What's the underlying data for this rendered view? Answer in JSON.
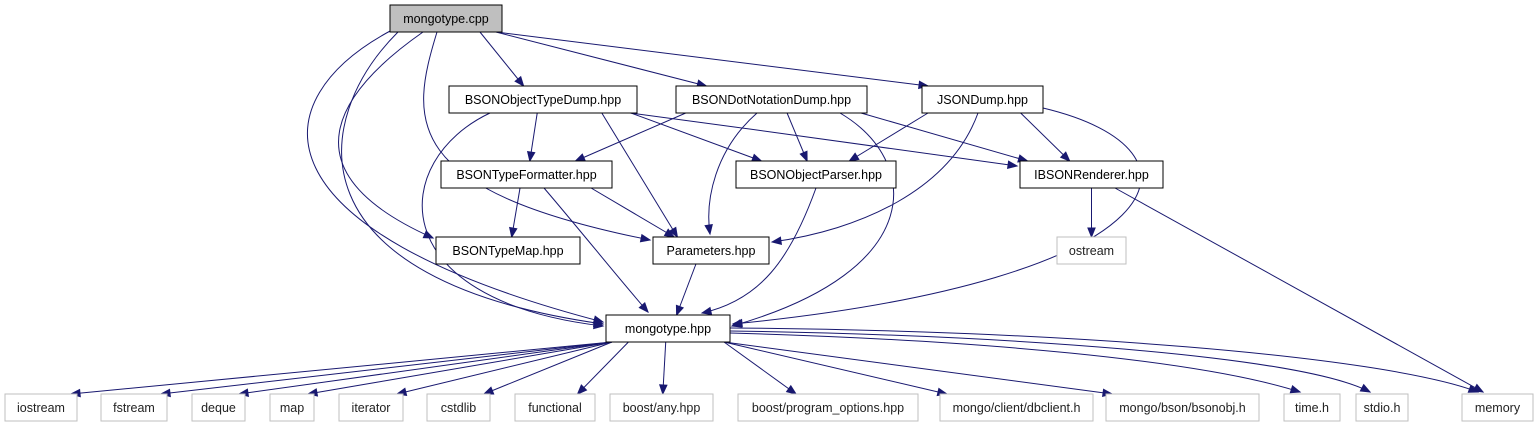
{
  "diagram": {
    "type": "include-dependency-graph",
    "colors": {
      "edge": "#191970",
      "root_fill": "#bfbfbf",
      "local_border": "#000000",
      "external_border": "#bfbfbf",
      "background": "#ffffff"
    },
    "nodes": [
      {
        "id": "mongotype_cpp",
        "label": "mongotype.cpp",
        "kind": "root"
      },
      {
        "id": "bsonobjecttypedump",
        "label": "BSONObjectTypeDump.hpp",
        "kind": "local"
      },
      {
        "id": "bsondotnotationdump",
        "label": "BSONDotNotationDump.hpp",
        "kind": "local"
      },
      {
        "id": "jsondump",
        "label": "JSONDump.hpp",
        "kind": "local"
      },
      {
        "id": "bsontypeformatter",
        "label": "BSONTypeFormatter.hpp",
        "kind": "local"
      },
      {
        "id": "bsonobjectparser",
        "label": "BSONObjectParser.hpp",
        "kind": "local"
      },
      {
        "id": "ibsonrenderer",
        "label": "IBSONRenderer.hpp",
        "kind": "local"
      },
      {
        "id": "bsontypemap",
        "label": "BSONTypeMap.hpp",
        "kind": "local"
      },
      {
        "id": "parameters",
        "label": "Parameters.hpp",
        "kind": "local"
      },
      {
        "id": "ostream",
        "label": "ostream",
        "kind": "external"
      },
      {
        "id": "mongotype_hpp",
        "label": "mongotype.hpp",
        "kind": "local"
      },
      {
        "id": "iostream",
        "label": "iostream",
        "kind": "external"
      },
      {
        "id": "fstream",
        "label": "fstream",
        "kind": "external"
      },
      {
        "id": "deque",
        "label": "deque",
        "kind": "external"
      },
      {
        "id": "map",
        "label": "map",
        "kind": "external"
      },
      {
        "id": "iterator",
        "label": "iterator",
        "kind": "external"
      },
      {
        "id": "cstdlib",
        "label": "cstdlib",
        "kind": "external"
      },
      {
        "id": "functional",
        "label": "functional",
        "kind": "external"
      },
      {
        "id": "boost_any",
        "label": "boost/any.hpp",
        "kind": "external"
      },
      {
        "id": "boost_po",
        "label": "boost/program_options.hpp",
        "kind": "external"
      },
      {
        "id": "dbclient",
        "label": "mongo/client/dbclient.h",
        "kind": "external"
      },
      {
        "id": "bsonobj",
        "label": "mongo/bson/bsonobj.h",
        "kind": "external"
      },
      {
        "id": "time_h",
        "label": "time.h",
        "kind": "external"
      },
      {
        "id": "stdio_h",
        "label": "stdio.h",
        "kind": "external"
      },
      {
        "id": "memory",
        "label": "memory",
        "kind": "external"
      }
    ],
    "edges": [
      [
        "mongotype_cpp",
        "bsonobjecttypedump"
      ],
      [
        "mongotype_cpp",
        "bsondotnotationdump"
      ],
      [
        "mongotype_cpp",
        "jsondump"
      ],
      [
        "mongotype_cpp",
        "bsontypemap"
      ],
      [
        "mongotype_cpp",
        "parameters"
      ],
      [
        "mongotype_cpp",
        "mongotype_hpp"
      ],
      [
        "mongotype_cpp",
        "mongotype_hpp"
      ],
      [
        "bsonobjecttypedump",
        "bsontypeformatter"
      ],
      [
        "bsonobjecttypedump",
        "bsonobjectparser"
      ],
      [
        "bsonobjecttypedump",
        "ibsonrenderer"
      ],
      [
        "bsonobjecttypedump",
        "parameters"
      ],
      [
        "bsonobjecttypedump",
        "mongotype_hpp"
      ],
      [
        "bsondotnotationdump",
        "bsontypeformatter"
      ],
      [
        "bsondotnotationdump",
        "bsonobjectparser"
      ],
      [
        "bsondotnotationdump",
        "ibsonrenderer"
      ],
      [
        "bsondotnotationdump",
        "parameters"
      ],
      [
        "bsondotnotationdump",
        "mongotype_hpp"
      ],
      [
        "jsondump",
        "bsonobjectparser"
      ],
      [
        "jsondump",
        "ibsonrenderer"
      ],
      [
        "jsondump",
        "parameters"
      ],
      [
        "jsondump",
        "mongotype_hpp"
      ],
      [
        "bsontypeformatter",
        "bsontypemap"
      ],
      [
        "bsontypeformatter",
        "parameters"
      ],
      [
        "bsontypeformatter",
        "mongotype_hpp"
      ],
      [
        "bsonobjectparser",
        "mongotype_hpp"
      ],
      [
        "ibsonrenderer",
        "ostream"
      ],
      [
        "ibsonrenderer",
        "memory"
      ],
      [
        "parameters",
        "mongotype_hpp"
      ],
      [
        "mongotype_hpp",
        "iostream"
      ],
      [
        "mongotype_hpp",
        "fstream"
      ],
      [
        "mongotype_hpp",
        "deque"
      ],
      [
        "mongotype_hpp",
        "map"
      ],
      [
        "mongotype_hpp",
        "iterator"
      ],
      [
        "mongotype_hpp",
        "cstdlib"
      ],
      [
        "mongotype_hpp",
        "functional"
      ],
      [
        "mongotype_hpp",
        "boost_any"
      ],
      [
        "mongotype_hpp",
        "boost_po"
      ],
      [
        "mongotype_hpp",
        "dbclient"
      ],
      [
        "mongotype_hpp",
        "bsonobj"
      ],
      [
        "mongotype_hpp",
        "time_h"
      ],
      [
        "mongotype_hpp",
        "stdio_h"
      ],
      [
        "mongotype_hpp",
        "memory"
      ]
    ]
  }
}
